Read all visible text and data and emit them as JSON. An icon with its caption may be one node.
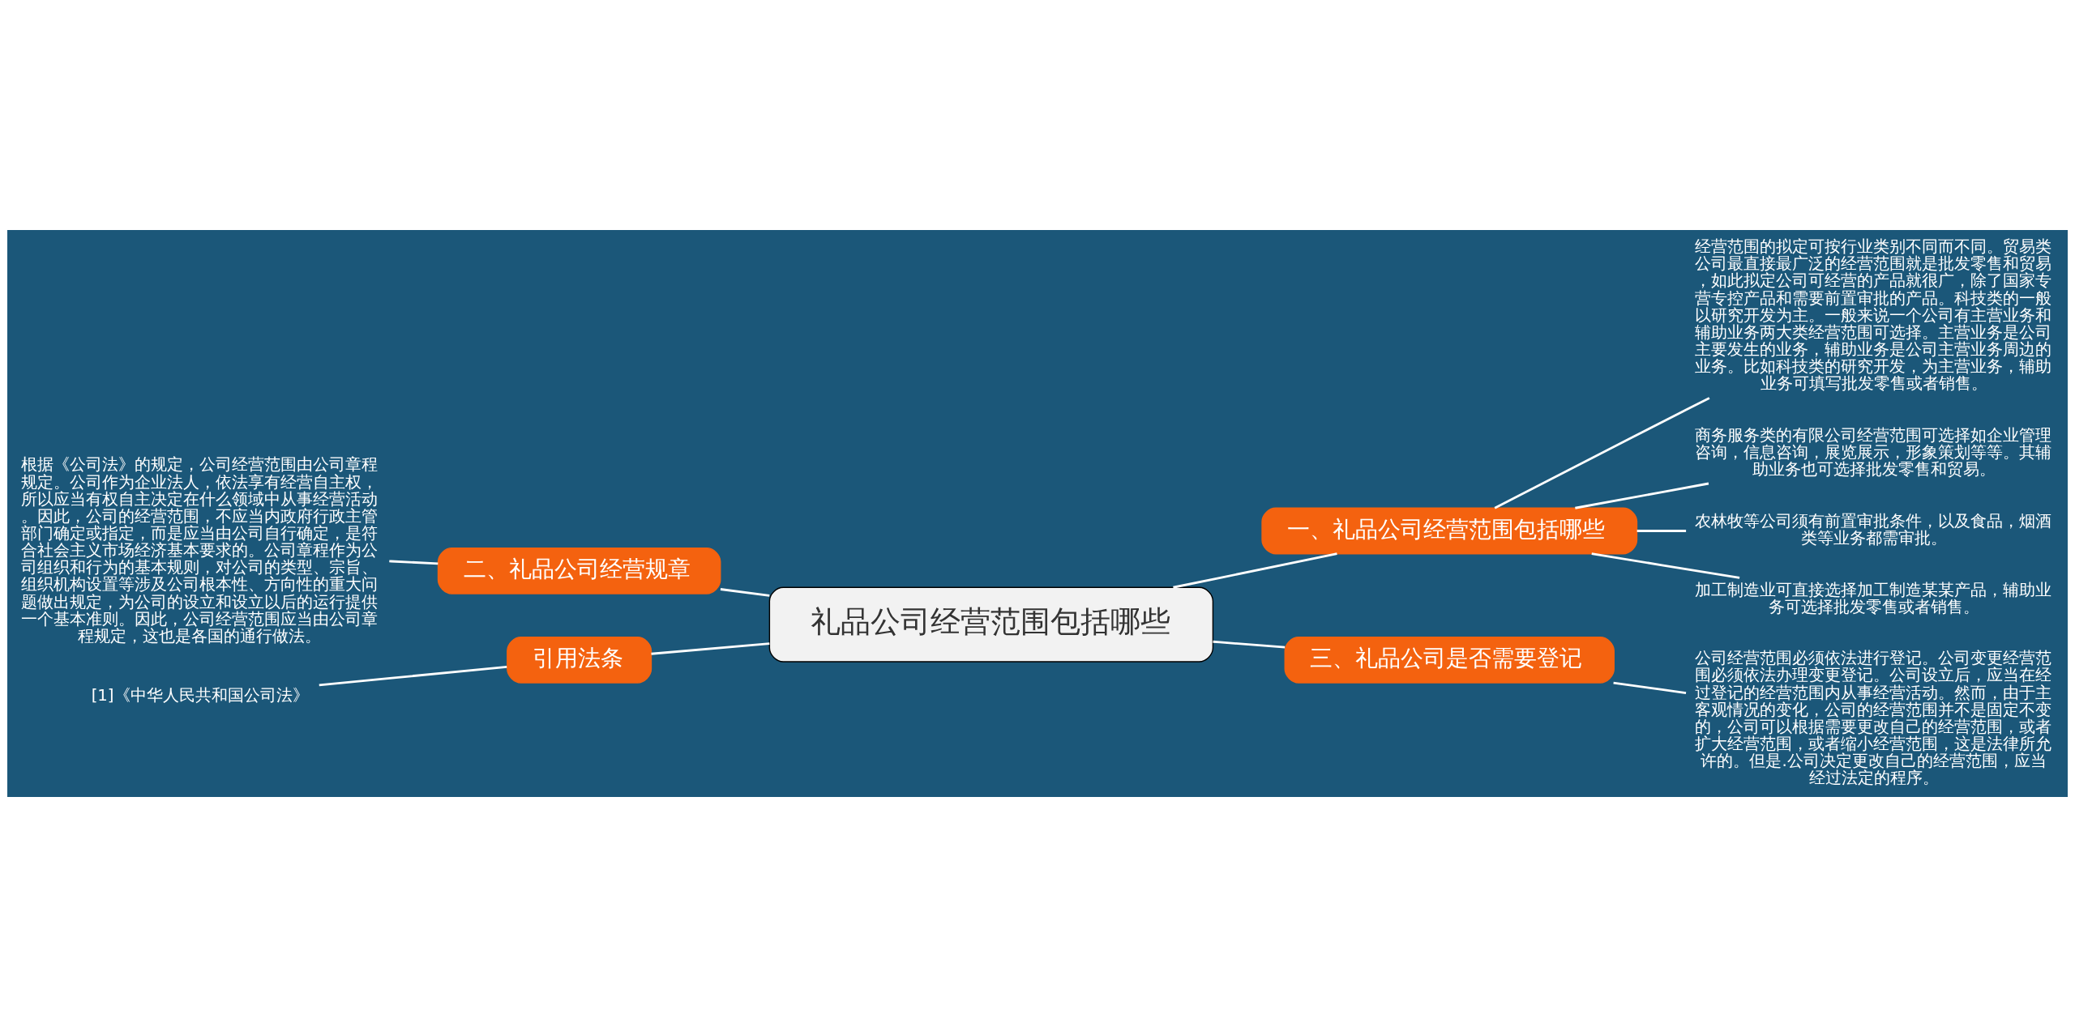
{
  "diagram": {
    "nodes": [
      {
        "text": [
          "礼品公司经营范围包括哪些"
        ]
      },
      {
        "text": [
          "一、礼品公司经营范围包括哪些"
        ]
      },
      {
        "text": [
          "经营范围的拟定可按行业类别不同而不同。贸易类公司最直接最广泛的经营范围就是批发零售和贸易，如此拟定公司可经营的产品就很广，除了国家专营专控产品和需要前置审批的产品。科技类的一般以研究开发为主。一般来说一个公司有主营业务和辅助业务两大类经营范围可选择。主营业务是公司主要发生的业务，辅助业务是公司主营业务周边的业务。比如科技类的研究开发，为主营业务，辅助业务可填写批发零售或者销售。"
        ]
      },
      {
        "text": [
          "商务服务类的有限公司经营范围可选择如企业管理咨询，信息咨询，展览展示，形象策划等等。其辅助业务也可选择批发零售和贸易。"
        ]
      },
      {
        "text": [
          "农林牧等公司须有前置审批条件，以及食品，烟酒类等业务都需审批。"
        ]
      },
      {
        "text": [
          "加工制造业可直接选择加工制造某某产品，辅助业务可选择批发零售或者销售。"
        ]
      },
      {
        "text": [
          "二、礼品公司经营规章"
        ]
      },
      {
        "text": [
          "根据《公司法》的规定，公司经营范围由公司章程规定。公司作为企业法人，依法享有经营自主权，所以应当有权自主决定在什么领域中从事经营活动。因此，公司的经营范围，不应当内政府行政主管部门确定或指定，而是应当由公司自行确定，是符合社会主义市场经济基本要求的。公司章程作为公司组织和行为的基本规则，对公司的类型、宗旨、组织机构设置等涉及公司根本性、方向性的重大问题做出规定，为公司的设立和设立以后的运行提供一个基本准则。因此，公司经营范围应当由公司章程规定，这也是各国的通行做法。"
        ]
      },
      {
        "text": [
          "引用法条"
        ]
      },
      {
        "text": [
          "[1]《中华人民共和国公司法》"
        ]
      },
      {
        "text": [
          "三、礼品公司是否需要登记"
        ]
      },
      {
        "text": [
          "公司经营范围必须依法进行登记。公司变更经营范围必须依法办理变更登记。公司设立后，应当在经过登记的经营范围内从事经营活动。然而，由于主客观情况的变化，公司的经营范围并不是固定不变的，公司可以根据需要更改自己的经营范围，或者扩大经营范围，或者缩小经营范围，这是法律所允许的。但是.公司决定更改自己的经营范围，应当经过法定的程序。"
        ]
      }
    ],
    "edges": [
      {
        "from": 0,
        "to": 1,
        "arrow": "none"
      },
      {
        "from": 1,
        "to": 2,
        "arrow": "none"
      },
      {
        "from": 1,
        "to": 3,
        "arrow": "none"
      },
      {
        "from": 1,
        "to": 4,
        "arrow": "none"
      },
      {
        "from": 1,
        "to": 5,
        "arrow": "none"
      },
      {
        "from": 0,
        "to": 6,
        "arrow": "none"
      },
      {
        "from": 6,
        "to": 7,
        "arrow": "none"
      },
      {
        "from": 0,
        "to": 8,
        "arrow": "none"
      },
      {
        "from": 8,
        "to": 9,
        "arrow": "none"
      },
      {
        "from": 0,
        "to": 10,
        "arrow": "none"
      },
      {
        "from": 10,
        "to": 11,
        "arrow": "none"
      }
    ]
  }
}
